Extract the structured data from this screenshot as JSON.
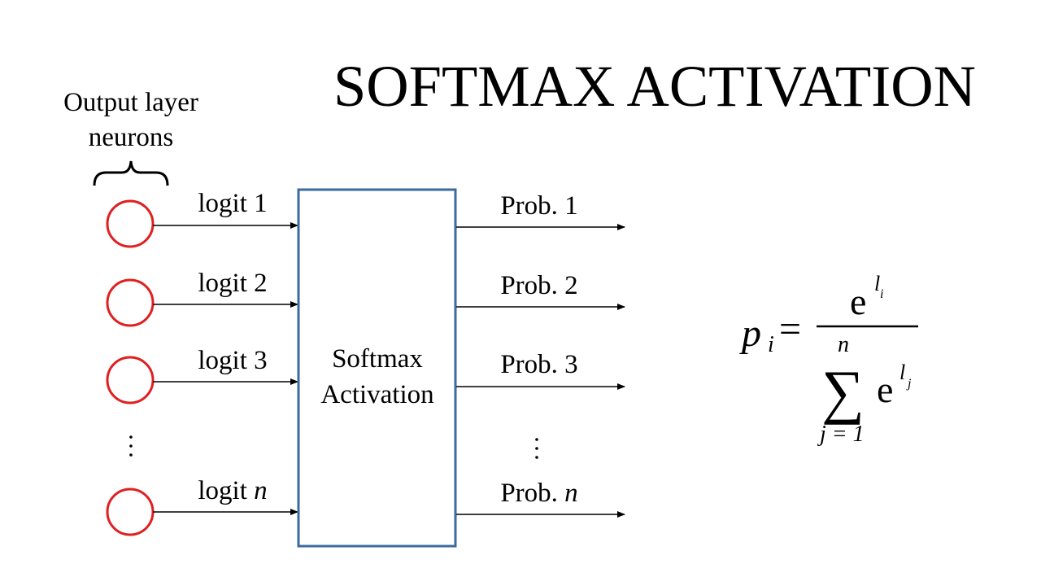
{
  "title": "SOFTMAX ACTIVATION",
  "output_layer_label": [
    "Output layer",
    "neurons"
  ],
  "colors": {
    "neuron_stroke": "#e02020",
    "box_stroke": "#3b6aa0",
    "text": "#000000"
  },
  "inputs": [
    {
      "prefix": "logit ",
      "index": "1",
      "italic_index": false
    },
    {
      "prefix": "logit ",
      "index": "2",
      "italic_index": false
    },
    {
      "prefix": "logit ",
      "index": "3",
      "italic_index": false
    },
    {
      "prefix": "logit ",
      "index": "n",
      "italic_index": true
    }
  ],
  "box_label": [
    "Softmax",
    "Activation"
  ],
  "outputs": [
    {
      "prefix": "Prob. ",
      "index": "1",
      "italic_index": false
    },
    {
      "prefix": "Prob. ",
      "index": "2",
      "italic_index": false
    },
    {
      "prefix": "Prob. ",
      "index": "3",
      "italic_index": false
    },
    {
      "prefix": "Prob. ",
      "index": "n",
      "italic_index": true
    }
  ],
  "ellipsis": "⋮",
  "formula": {
    "lhs": "p",
    "lhs_sub": "i",
    "equals": "=",
    "numerator_base": "e",
    "numerator_exp": "l",
    "numerator_exp_sub": "i",
    "sum_symbol": "∑",
    "sum_upper": "n",
    "sum_lower": "j = 1",
    "denominator_base": "e",
    "denominator_exp": "l",
    "denominator_exp_sub": "j"
  }
}
